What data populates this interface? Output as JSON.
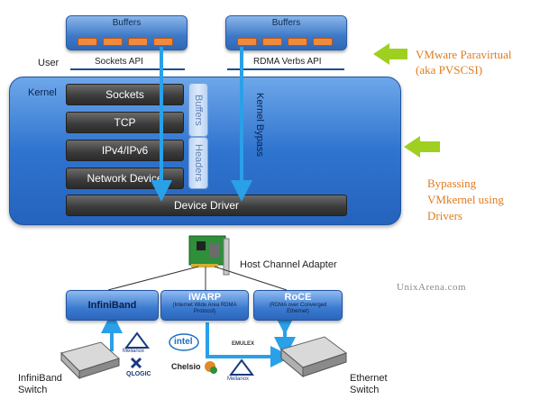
{
  "diagram": {
    "buffers_left": "Buffers",
    "buffers_right": "Buffers",
    "user_label": "User",
    "sockets_api": "Sockets API",
    "rdma_api": "RDMA Verbs API",
    "kernel_label": "Kernel",
    "layers": [
      "Sockets",
      "TCP",
      "IPv4/IPv6",
      "Network Device"
    ],
    "device_driver": "Device Driver",
    "vbar_buffers": "Buffers",
    "vbar_headers": "Headers",
    "kernel_bypass": "Kernel Bypass",
    "hca_label": "Host Channel Adapter",
    "networks": {
      "infiniband": "InfiniBand",
      "iwarp_title": "iWARP",
      "iwarp_sub": "(Internet Wide Area RDMA Protocol)",
      "roce_title": "RoCE",
      "roce_sub": "(RDMA over Converged Ethernet)"
    },
    "switch_left": "InfiniBand Switch",
    "switch_right": "Ethernet Switch",
    "vendors": [
      "Mellanox",
      "intel",
      "EMULEX",
      "QLOGIC",
      "Chelsio",
      "Mellanox"
    ]
  },
  "annotations": {
    "vmware_line1": "VMware Paravirtual",
    "vmware_line2": "(aka PVSCSI)",
    "bypass_line1": "Bypassing",
    "bypass_line2": "VMkernel using",
    "bypass_line3": "Drivers",
    "watermark": "UnixArena.com"
  },
  "colors": {
    "arrow_green": "#9fd020",
    "annotation_orange": "#e07b1e",
    "arrow_blue": "#2aa0e8"
  }
}
